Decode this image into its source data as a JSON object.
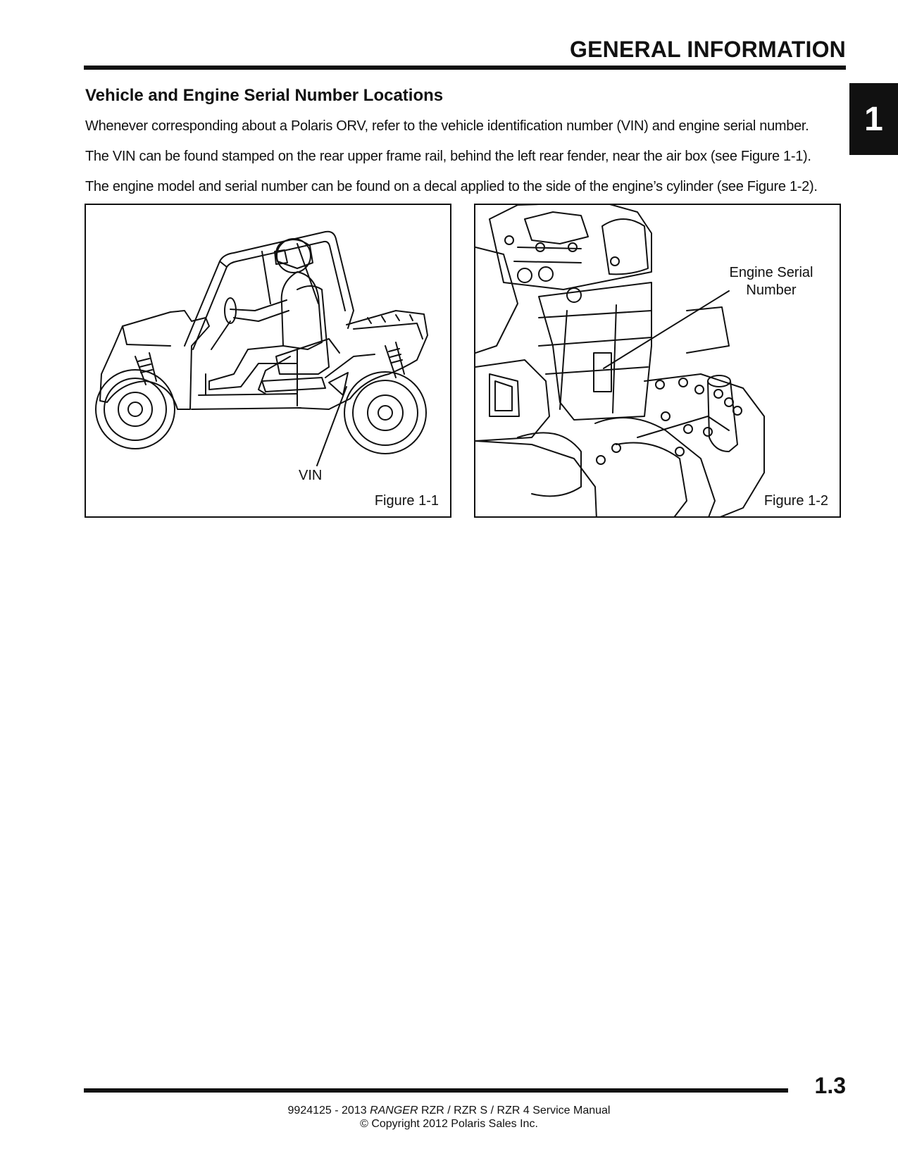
{
  "header": {
    "title": "GENERAL INFORMATION"
  },
  "chapter_tab": {
    "number": "1"
  },
  "section": {
    "heading": "Vehicle and Engine Serial Number Locations",
    "paragraphs": [
      "Whenever corresponding about a Polaris ORV, refer to the vehicle identification number (VIN) and engine serial number.",
      "The VIN can be found stamped on the rear upper frame rail, behind the left rear fender, near the air box (see Figure 1-1).",
      "The engine model and serial number can be found on a decal applied to the side of the engine’s cylinder (see Figure 1-2)."
    ]
  },
  "figures": [
    {
      "caption": "Figure 1-1",
      "callout": "VIN"
    },
    {
      "caption": "Figure 1-2",
      "callout_line1": "Engine Serial",
      "callout_line2": "Number"
    }
  ],
  "footer": {
    "page_number": "1.3",
    "manual_prefix": "9924125 - 2013 ",
    "manual_italic": "RANGER",
    "manual_suffix": " RZR / RZR S / RZR 4 Service Manual",
    "copyright": "© Copyright 2012 Polaris Sales Inc."
  }
}
